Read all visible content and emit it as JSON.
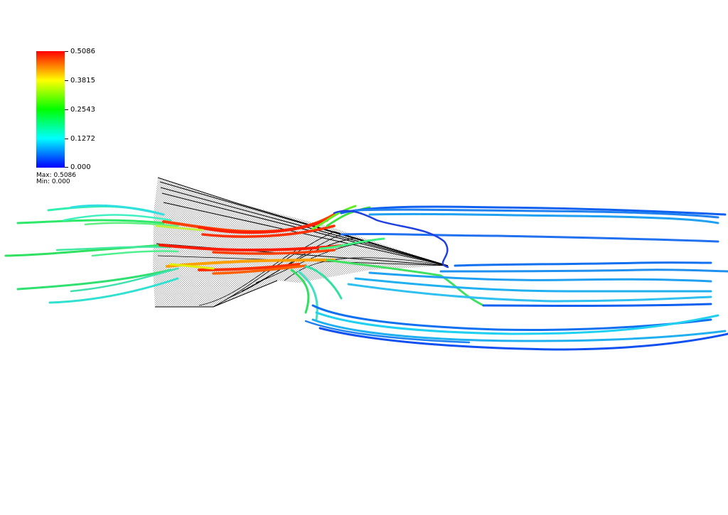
{
  "legend": {
    "max_label": "Max:",
    "max_value": "0.5086",
    "min_label": "Min:",
    "min_value": "0.000",
    "ticks": [
      "0.5086",
      "0.3815",
      "0.2543",
      "0.1272",
      "0.000"
    ],
    "colormap": [
      "#ff0000",
      "#ffff00",
      "#00ff00",
      "#00ffff",
      "#0000ff"
    ]
  },
  "scene": {
    "background": "#ffffff",
    "wire_color": "#000000"
  }
}
